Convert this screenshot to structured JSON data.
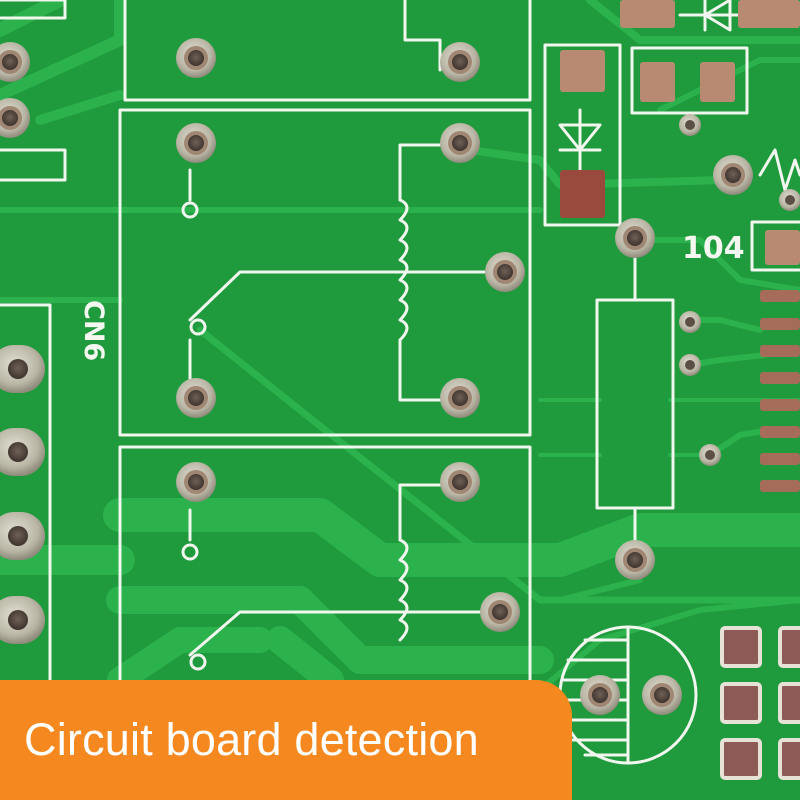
{
  "board": {
    "silkscreen_labels": {
      "connector": "CN6",
      "capacitor_value": "104"
    },
    "colors": {
      "solder_mask": "#1f9a3c",
      "trace": "#29b04a",
      "silkscreen": "#f4f8f0",
      "pad_ring": "#c9c7b8",
      "pad_copper": "#9b8470",
      "smd_pad": "#b98a72",
      "drill": "#5a4e45"
    }
  },
  "banner": {
    "text": "Circuit board detection",
    "background": "#f5891f",
    "text_color": "#ffffff"
  }
}
